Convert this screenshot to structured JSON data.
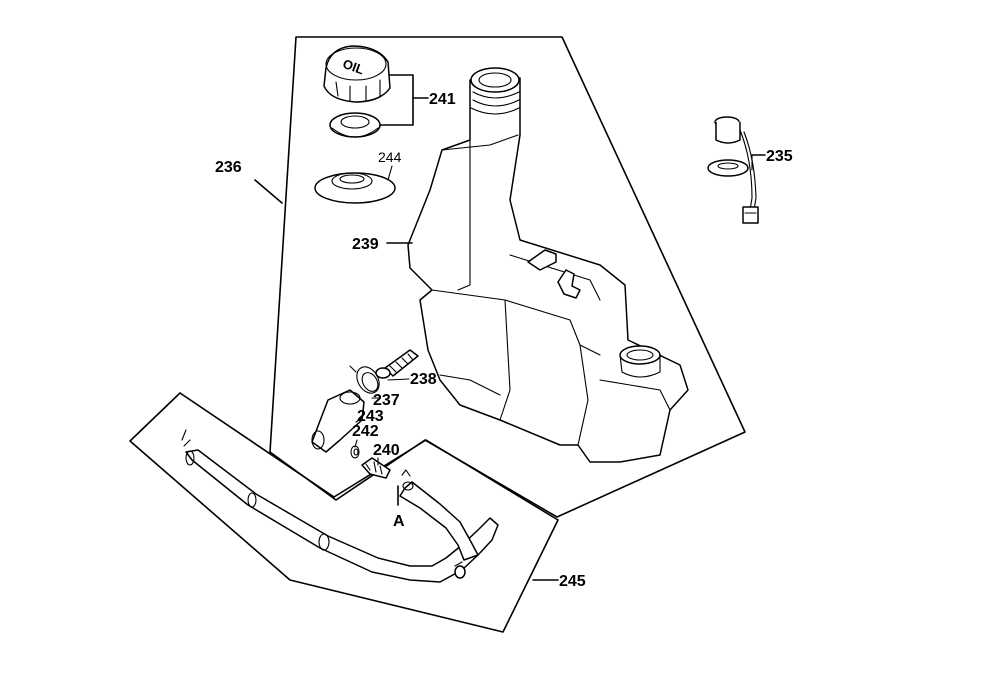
{
  "diagram": {
    "callouts": {
      "c235": "235",
      "c236": "236",
      "c237": "237",
      "c238": "238",
      "c239": "239",
      "c240": "240",
      "c241": "241",
      "c242": "242",
      "c243": "243",
      "c244": "244",
      "c245": "245",
      "cA": "A"
    },
    "cap_text": "OIL"
  }
}
